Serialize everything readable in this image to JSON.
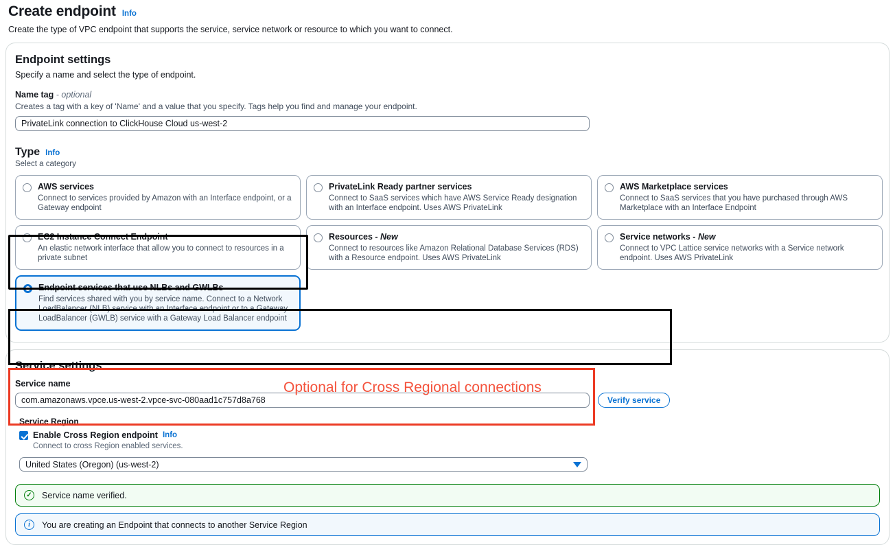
{
  "header": {
    "title": "Create endpoint",
    "info_label": "Info",
    "subtitle": "Create the type of VPC endpoint that supports the service, service network or resource to which you want to connect."
  },
  "endpoint_settings": {
    "title": "Endpoint settings",
    "subtitle": "Specify a name and select the type of endpoint.",
    "name_tag": {
      "label": "Name tag",
      "optional_suffix": "- optional",
      "description": "Creates a tag with a key of 'Name' and a value that you specify. Tags help you find and manage your endpoint.",
      "value": "PrivateLink connection to ClickHouse Cloud us-west-2"
    },
    "type": {
      "label": "Type",
      "info_label": "Info",
      "description": "Select a category",
      "options": [
        {
          "title": "AWS services",
          "description": "Connect to services provided by Amazon with an Interface endpoint, or a Gateway endpoint",
          "selected": false
        },
        {
          "title": "PrivateLink Ready partner services",
          "description": "Connect to SaaS services which have AWS Service Ready designation with an Interface endpoint. Uses AWS PrivateLink",
          "selected": false
        },
        {
          "title": "AWS Marketplace services",
          "description": "Connect to SaaS services that you have purchased through AWS Marketplace with an Interface Endpoint",
          "selected": false
        },
        {
          "title": "EC2 Instance Connect Endpoint",
          "description": "An elastic network interface that allow you to connect to resources in a private subnet",
          "selected": false
        },
        {
          "title": "Resources - New",
          "description": "Connect to resources like Amazon Relational Database Services (RDS) with a Resource endpoint. Uses AWS PrivateLink",
          "selected": false
        },
        {
          "title": "Service networks - New",
          "description": "Connect to VPC Lattice service networks with a Service network endpoint. Uses AWS PrivateLink",
          "selected": false
        },
        {
          "title": "Endpoint services that use NLBs and GWLBs",
          "description": "Find services shared with you by service name. Connect to a Network LoadBalancer (NLB) service with an Interface endpoint or to a Gateway LoadBalancer (GWLB) service with a Gateway Load Balancer endpoint",
          "selected": true
        }
      ]
    }
  },
  "service_settings": {
    "title": "Service settings",
    "service_name": {
      "label": "Service name",
      "value": "com.amazonaws.vpce.us-west-2.vpce-svc-080aad1c757d8a768"
    },
    "verify_button": "Verify service",
    "service_region": {
      "label": "Service Region",
      "checkbox_label": "Enable Cross Region endpoint",
      "checkbox_info": "Info",
      "checkbox_checked": true,
      "checkbox_description": "Connect to cross Region enabled services.",
      "selected_region": "United States (Oregon) (us-west-2)"
    }
  },
  "annotations": {
    "red_note": "Optional for Cross Regional connections",
    "red_color": "#f4523c",
    "black_color": "#000000"
  },
  "alerts": [
    {
      "variant": "success",
      "icon": "check-circle-icon",
      "glyph": "✓",
      "text": "Service name verified."
    },
    {
      "variant": "info",
      "icon": "info-circle-icon",
      "glyph": "i",
      "text": "You are creating an Endpoint that connects to another Service Region"
    }
  ]
}
